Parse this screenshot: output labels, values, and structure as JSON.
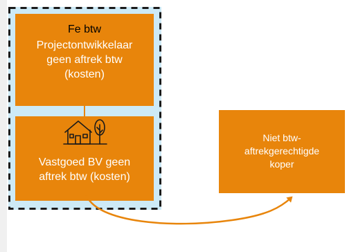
{
  "diagram": {
    "fiscal_unity": {
      "title": "Fe btw"
    },
    "developer": {
      "label": "Projectontwikkelaar\ngeen aftrek btw\n(kosten)"
    },
    "property_company": {
      "icon": "house-icon",
      "label": "Vastgoed BV geen\naftrek btw (kosten)"
    },
    "buyer": {
      "label": "Niet btw-\naftrekgerechtigde\nkoper"
    },
    "colors": {
      "box": "#e8850b",
      "group_background": "#cdeaf6",
      "dashed_border": "#1a1a1a",
      "text": "#ffffff",
      "title_text": "#000000",
      "side_panel": "#f0f0f0"
    }
  }
}
